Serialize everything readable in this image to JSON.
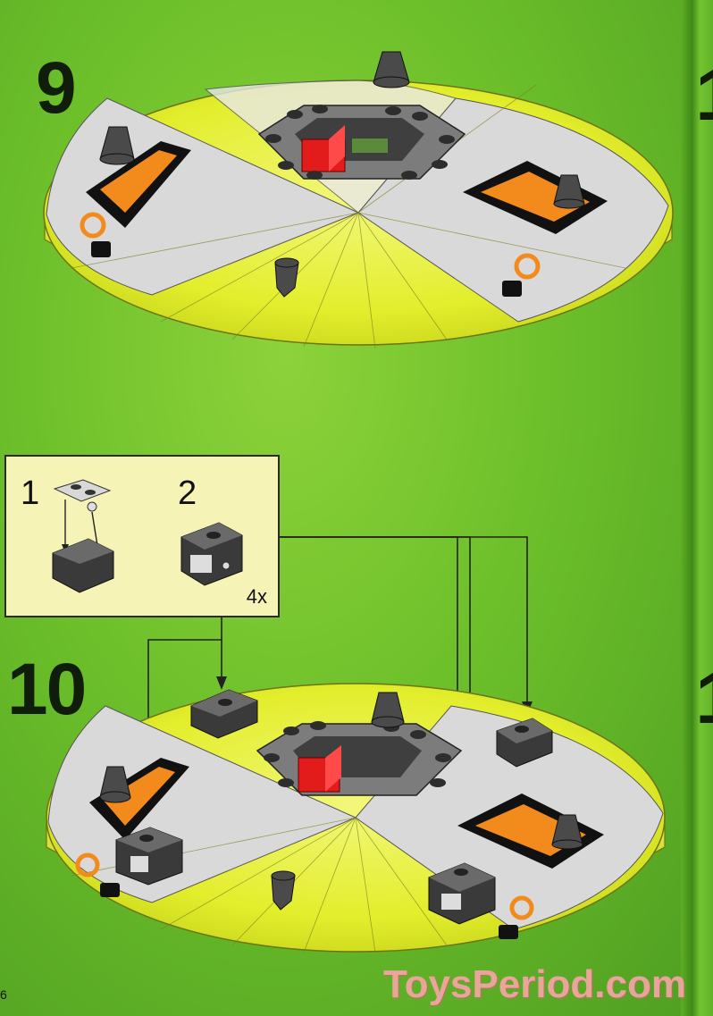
{
  "page": {
    "page_number": "6",
    "watermark": "ToysPeriod.com"
  },
  "steps": {
    "step_a": "9",
    "step_b": "10",
    "next_a": "1",
    "next_b": "1"
  },
  "callout": {
    "sub_step_1": "1",
    "sub_step_2": "2",
    "quantity": "4x"
  },
  "colors": {
    "background": "#6cbf2a",
    "disc_yellow": "#e6f03a",
    "disc_grey": "#dcdcdc",
    "callout_bg": "#f6f3b6",
    "brick_dark": "#4a4a4a",
    "accent_red": "#e21b1b",
    "accent_orange": "#f28a1c"
  }
}
